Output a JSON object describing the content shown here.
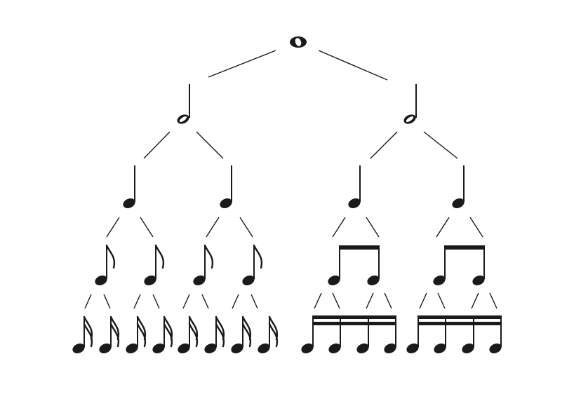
{
  "diagram": {
    "kind": "note-value-tree",
    "levels": [
      {
        "note": "whole-note-icon",
        "count": 1
      },
      {
        "note": "half-note-icon",
        "count": 2
      },
      {
        "note": "quarter-note-icon",
        "count": 4
      },
      {
        "note": "eighth-note-icon",
        "count": 8,
        "beamed_groups_on_right": true
      },
      {
        "note": "sixteenth-note-icon",
        "count": 16,
        "beamed_groups_on_right": true
      }
    ],
    "color": "#1a1a1a",
    "background": "#ffffff"
  }
}
